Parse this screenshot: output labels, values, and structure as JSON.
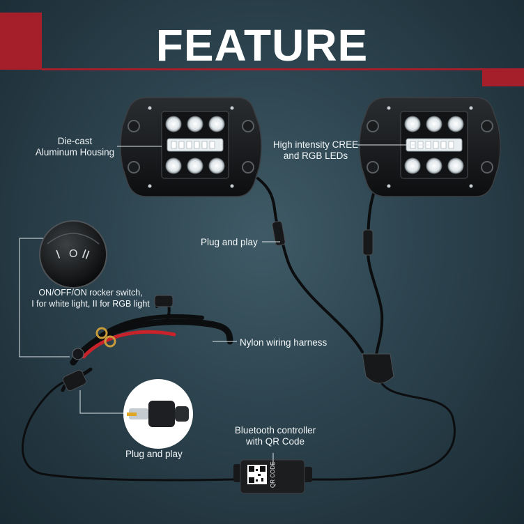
{
  "title": "FEATURE",
  "callouts": {
    "housing": [
      "Die-cast",
      "Aluminum Housing"
    ],
    "leds": [
      "High intensity CREE",
      "and RGB LEDs"
    ],
    "plug_top": "Plug and play",
    "switch": [
      "ON/OFF/ON rocker switch,",
      "I for white light, II for RGB light"
    ],
    "harness": "Nylon wiring harness",
    "plug_bottom": "Plug and play",
    "controller": [
      "Bluetooth controller",
      "with QR Code"
    ]
  },
  "switch_marks": {
    "left": "I",
    "middle": "O",
    "right": "II"
  },
  "controller_badge": "QR CODE",
  "colors": {
    "accent_red": "#a51f2a",
    "background": "#2c434e",
    "text": "#ffffff"
  }
}
